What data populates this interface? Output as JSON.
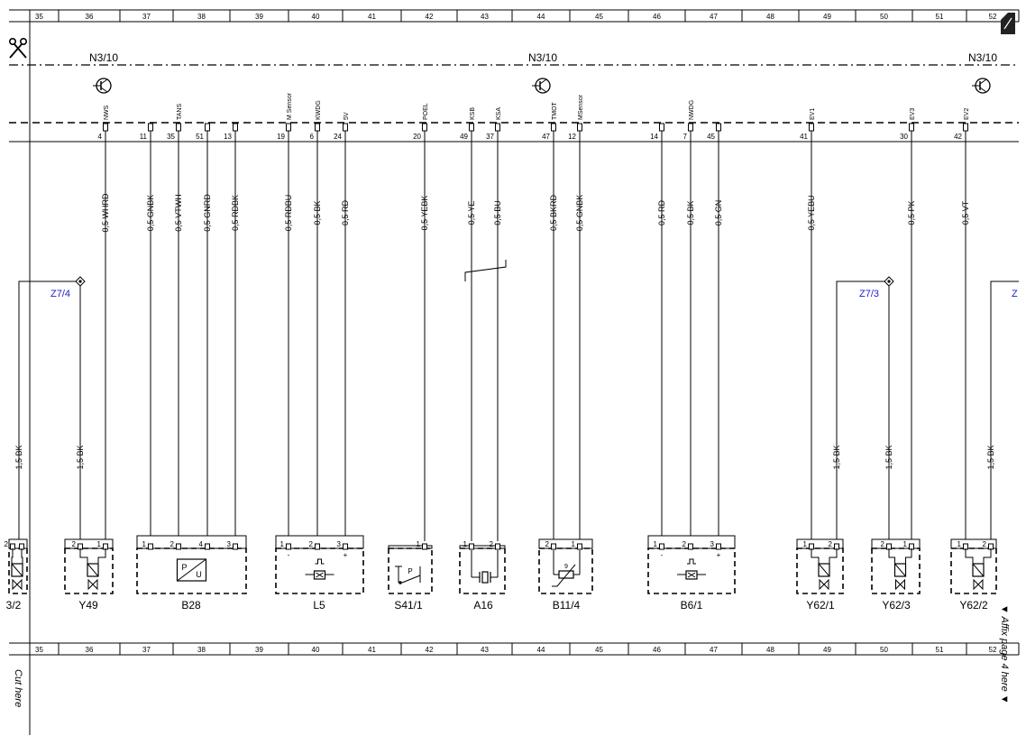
{
  "columns": [
    "35",
    "36",
    "37",
    "38",
    "39",
    "40",
    "41",
    "42",
    "43",
    "44",
    "45",
    "46",
    "47",
    "48",
    "49",
    "50",
    "51",
    "52"
  ],
  "ecu_labels": [
    "N3/10",
    "N3/10",
    "N3/10"
  ],
  "pins": [
    {
      "name": "NWS",
      "num": "4"
    },
    {
      "name": "",
      "num": "11"
    },
    {
      "name": "TANS",
      "num": "35"
    },
    {
      "name": "",
      "num": "51"
    },
    {
      "name": "",
      "num": "13"
    },
    {
      "name": "M Sensor",
      "num": "19"
    },
    {
      "name": "KWDG",
      "num": "6"
    },
    {
      "name": "5V",
      "num": "24"
    },
    {
      "name": "POEL",
      "num": "20"
    },
    {
      "name": "KSB",
      "num": "49"
    },
    {
      "name": "KSA",
      "num": "37"
    },
    {
      "name": "TMOT",
      "num": "47"
    },
    {
      "name": "MSensor",
      "num": "12"
    },
    {
      "name": "",
      "num": "14"
    },
    {
      "name": "NWDG",
      "num": "7"
    },
    {
      "name": "",
      "num": "45"
    },
    {
      "name": "EV1",
      "num": "41"
    },
    {
      "name": "EV3",
      "num": "30"
    },
    {
      "name": "EV2",
      "num": "42"
    }
  ],
  "wires": [
    "0,5 WHRD",
    "0,5 GNBK",
    "0,5 VTWH",
    "0,5 GNRD",
    "0,5 RDBK",
    "0,5 RDBU",
    "0,5 BK",
    "0,5 RD",
    "0,5 YEBK",
    "0,5 YE",
    "0,5 BU",
    "0,5 BKRD",
    "0,5 GNBK",
    "0,5 RD",
    "0,5 BK",
    "0,5 GN",
    "0,5 YEBU",
    "0,5 PK",
    "0,5 VT"
  ],
  "ground_wires": [
    "1,5 BK",
    "1,5 BK",
    "1,5 BK",
    "1,5 BK",
    "1,5 BK"
  ],
  "splices": [
    "Z7/4",
    "Z7/3",
    "Z"
  ],
  "components": [
    {
      "label": "3/2",
      "pins": [
        "2",
        ""
      ]
    },
    {
      "label": "Y49",
      "pins": [
        "2",
        "1"
      ]
    },
    {
      "label": "B28",
      "pins": [
        "1",
        "2",
        "4",
        "3"
      ],
      "inner": [
        "P",
        "U"
      ]
    },
    {
      "label": "L5",
      "pins": [
        "1",
        "2",
        "3"
      ],
      "signs": [
        "-",
        "+"
      ]
    },
    {
      "label": "S41/1",
      "pins": [
        "1"
      ],
      "inner": [
        "P"
      ]
    },
    {
      "label": "A16",
      "pins": [
        "1",
        "2"
      ]
    },
    {
      "label": "B11/4",
      "pins": [
        "2",
        "1"
      ],
      "inner": [
        "9"
      ]
    },
    {
      "label": "B6/1",
      "pins": [
        "1",
        "2",
        "3"
      ],
      "signs": [
        "-",
        "+"
      ]
    },
    {
      "label": "Y62/1",
      "pins": [
        "1",
        "2"
      ]
    },
    {
      "label": "Y62/3",
      "pins": [
        "2",
        "1"
      ]
    },
    {
      "label": "Y62/2",
      "pins": [
        "1",
        "2"
      ]
    }
  ],
  "margin": {
    "cut_here": "Cut here",
    "affix": "▼ Affix page 4 here ▼",
    "top_index": "52"
  },
  "icons": [
    "scissors-icon",
    "transistor-icon",
    "page-corner-icon"
  ],
  "colors": {
    "reference": "#2020d0",
    "line": "#000000"
  }
}
